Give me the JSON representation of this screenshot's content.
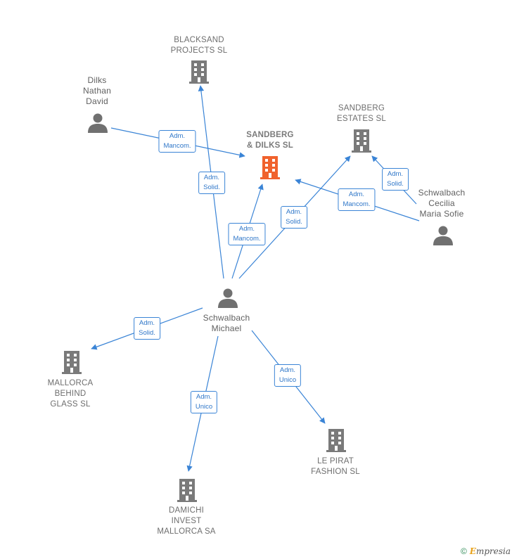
{
  "nodes": {
    "sandberg_dilks": "SANDBERG\n& DILKS  SL",
    "blacksand": "BLACKSAND\nPROJECTS  SL",
    "sandberg_estates": "SANDBERG\nESTATES  SL",
    "mallorca_behind": "MALLORCA\nBEHIND\nGLASS  SL",
    "le_pirat": "LE PIRAT\nFASHION  SL",
    "damichi": "DAMICHI\nINVEST\nMALLORCA SA",
    "dilks": "Dilks\nNathan\nDavid",
    "schwalbach_cecilia": "Schwalbach\nCecilia\nMaria Sofie",
    "schwalbach_michael": "Schwalbach\nMichael"
  },
  "edges": [
    {
      "id": "dilks-sd",
      "label": "Adm.\nMancom."
    },
    {
      "id": "michael-blacksand",
      "label": "Adm.\nSolid."
    },
    {
      "id": "michael-sd",
      "label": "Adm.\nMancom."
    },
    {
      "id": "michael-estates",
      "label": "Adm.\nSolid."
    },
    {
      "id": "cecilia-sd",
      "label": "Adm.\nMancom."
    },
    {
      "id": "cecilia-estates",
      "label": "Adm.\nSolid."
    },
    {
      "id": "michael-mallorca",
      "label": "Adm.\nSolid."
    },
    {
      "id": "michael-damichi",
      "label": "Adm.\nUnico"
    },
    {
      "id": "michael-lepirat",
      "label": "Adm.\nUnico"
    }
  ],
  "colors": {
    "edge": "#3a84d6",
    "company": "#7a7a7a",
    "main_company": "#f0622d",
    "person": "#707070"
  },
  "footer": {
    "copyright": "©",
    "brand_initial": "E",
    "brand_rest": "mpresia"
  }
}
